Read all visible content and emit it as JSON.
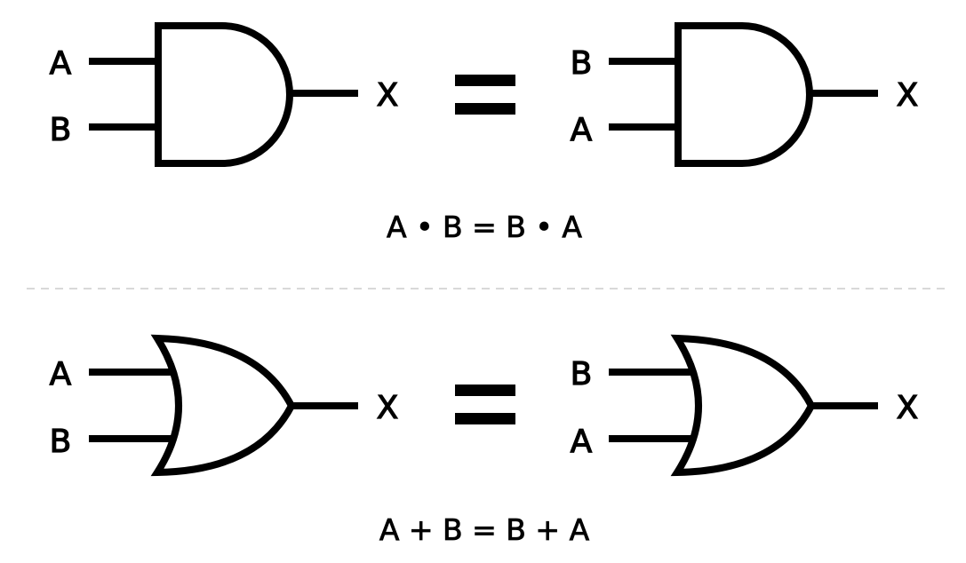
{
  "and_section": {
    "left": {
      "inputs": [
        "A",
        "B"
      ],
      "output": "X"
    },
    "right": {
      "inputs": [
        "B",
        "A"
      ],
      "output": "X"
    },
    "equation": "A • B = B • A"
  },
  "or_section": {
    "left": {
      "inputs": [
        "A",
        "B"
      ],
      "output": "X"
    },
    "right": {
      "inputs": [
        "B",
        "A"
      ],
      "output": "X"
    },
    "equation": "A + B = B + A"
  },
  "colors": {
    "stroke": "#000000",
    "divider": "#d9d9d9",
    "background": "#ffffff"
  }
}
